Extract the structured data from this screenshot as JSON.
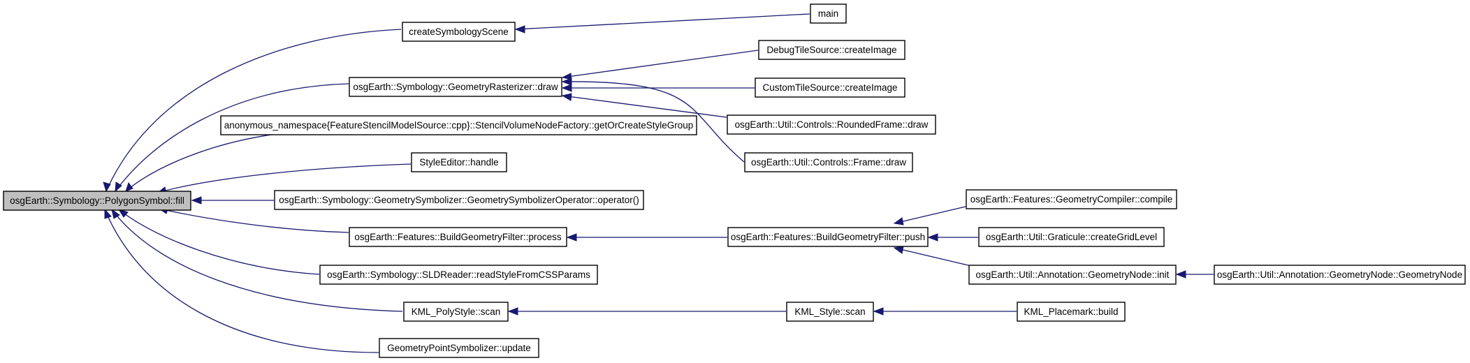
{
  "diagram": {
    "type": "doxygen-caller-graph",
    "colors": {
      "edge": "#191970",
      "root_fill": "#bfbfbf",
      "node_fill": "#ffffff",
      "border": "#000000"
    },
    "nodes": {
      "fill": "osgEarth::Symbology::PolygonSymbol::fill",
      "createSymbologyScene": "createSymbologyScene",
      "main": "main",
      "rasterizerDraw": "osgEarth::Symbology::GeometryRasterizer::draw",
      "debugTile": "DebugTileSource::createImage",
      "customTile": "CustomTileSource::createImage",
      "roundedFrame": "osgEarth::Util::Controls::RoundedFrame::draw",
      "frameDraw": "osgEarth::Util::Controls::Frame::draw",
      "stencil": "anonymous_namespace{FeatureStencilModelSource::cpp}::StencilVolumeNodeFactory::getOrCreateStyleGroup",
      "styleEditor": "StyleEditor::handle",
      "symbolizerOp": "osgEarth::Symbology::GeometrySymbolizer::GeometrySymbolizerOperator::operator()",
      "buildProcess": "osgEarth::Features::BuildGeometryFilter::process",
      "buildPush": "osgEarth::Features::BuildGeometryFilter::push",
      "compilerCompile": "osgEarth::Features::GeometryCompiler::compile",
      "graticule": "osgEarth::Util::Graticule::createGridLevel",
      "geomNodeInit": "osgEarth::Util::Annotation::GeometryNode::init",
      "geomNodeCtor": "osgEarth::Util::Annotation::GeometryNode::GeometryNode",
      "sldReader": "osgEarth::Symbology::SLDReader::readStyleFromCSSParams",
      "kmlPolyStyle": "KML_PolyStyle::scan",
      "kmlStyle": "KML_Style::scan",
      "kmlPlacemark": "KML_Placemark::build",
      "pointSymbolizer": "GeometryPointSymbolizer::update"
    }
  }
}
